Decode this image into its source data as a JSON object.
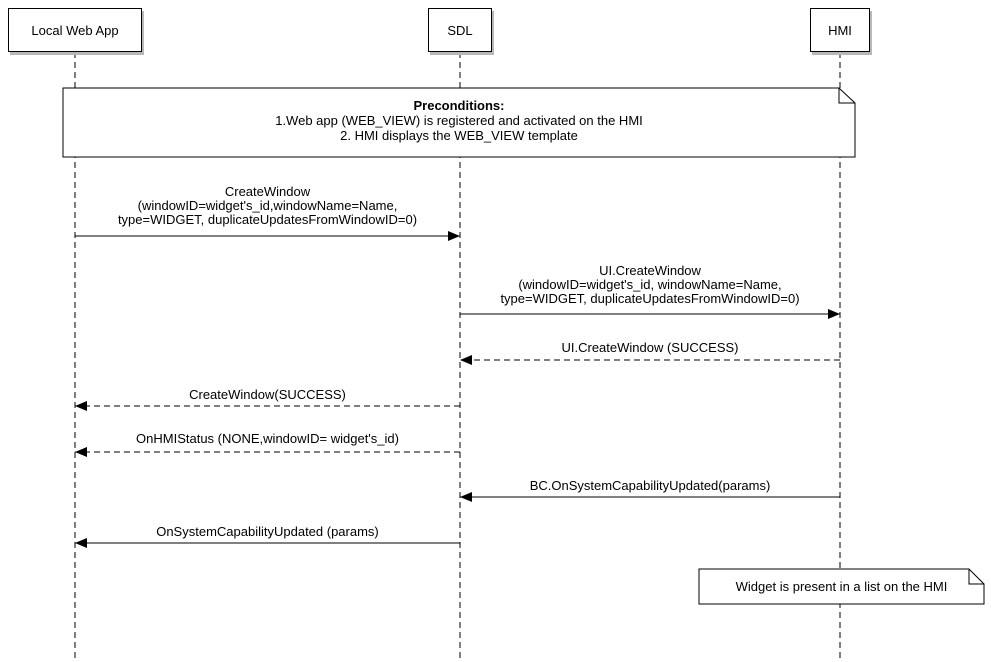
{
  "participants": {
    "local_web_app": "Local Web App",
    "sdl": "SDL",
    "hmi": "HMI"
  },
  "preconditions": {
    "title": "Preconditions:",
    "line1": "1.Web app (WEB_VIEW) is registered and activated on the HMI",
    "line2": "2. HMI displays the WEB_VIEW template"
  },
  "messages": {
    "m1": {
      "l1": "CreateWindow",
      "l2": "(windowID=widget's_id,windowName=Name,",
      "l3": "type=WIDGET, duplicateUpdatesFromWindowID=0)"
    },
    "m2": {
      "l1": "UI.CreateWindow",
      "l2": "(windowID=widget's_id, windowName=Name,",
      "l3": "type=WIDGET, duplicateUpdatesFromWindowID=0)"
    },
    "m3": "UI.CreateWindow (SUCCESS)",
    "m4": "CreateWindow(SUCCESS)",
    "m5": "OnHMIStatus (NONE,windowID= widget's_id)",
    "m6": "BC.OnSystemCapabilityUpdated(params)",
    "m7": "OnSystemCapabilityUpdated (params)"
  },
  "final_note": "Widget is present in a list on the HMI"
}
